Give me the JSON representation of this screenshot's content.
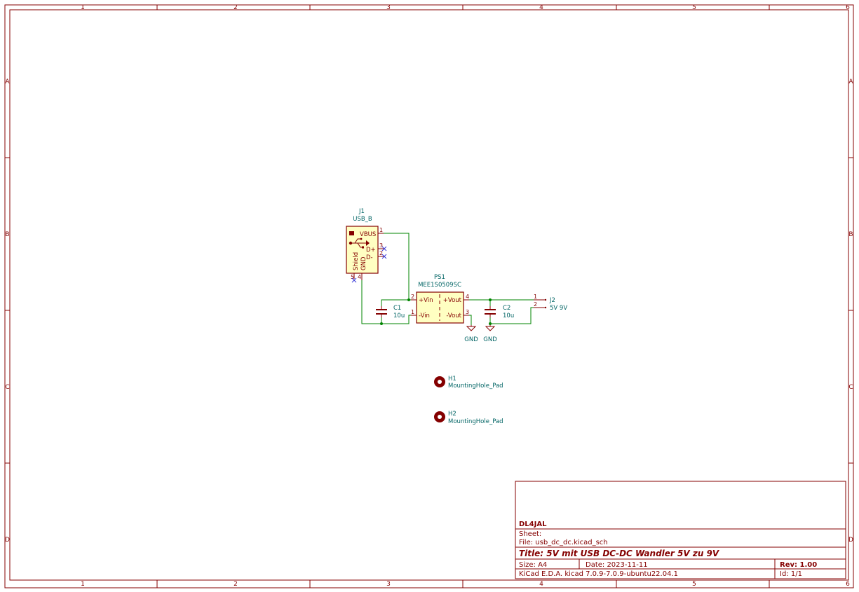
{
  "sheet": {
    "col_labels": [
      "1",
      "2",
      "3",
      "4",
      "5",
      "6"
    ],
    "row_labels": [
      "A",
      "B",
      "C",
      "D"
    ]
  },
  "title_block": {
    "company": "DL4JAL",
    "sheet_label": "Sheet:",
    "file": "File: usb_dc_dc.kicad_sch",
    "title": "Title: 5V mit USB DC-DC Wandler  5V zu 9V",
    "size": "Size: A4",
    "date": "Date: 2023-11-11",
    "rev": "Rev: 1.00",
    "tool": "KiCad E.D.A.  kicad 7.0.9-7.0.9-ubuntu22.04.1",
    "id": "Id: 1/1"
  },
  "components": {
    "j1": {
      "ref": "J1",
      "value": "USB_B",
      "pins": {
        "vbus": "VBUS",
        "dp": "D+",
        "dm": "D-",
        "shield": "Shield",
        "gnd": "GND"
      },
      "pin_numbers": {
        "p1": "1",
        "p2": "2",
        "p3": "3",
        "p4": "4",
        "p5": "5"
      }
    },
    "ps1": {
      "ref": "PS1",
      "value": "MEE1S0509SC",
      "pins": {
        "vin_p": "+Vin",
        "vin_n": "-Vin",
        "vout_p": "+Vout",
        "vout_n": "-Vout"
      },
      "pin_numbers": {
        "p1": "1",
        "p2": "2",
        "p3": "3",
        "p4": "4"
      }
    },
    "c1": {
      "ref": "C1",
      "value": "10u"
    },
    "c2": {
      "ref": "C2",
      "value": "10u"
    },
    "j2": {
      "ref": "J2",
      "value": "5V 9V",
      "pin_numbers": {
        "p1": "1",
        "p2": "2"
      }
    },
    "gnd1": {
      "label": "GND"
    },
    "gnd2": {
      "label": "GND"
    },
    "h1": {
      "ref": "H1",
      "value": "MountingHole_Pad"
    },
    "h2": {
      "ref": "H2",
      "value": "MountingHole_Pad"
    }
  }
}
